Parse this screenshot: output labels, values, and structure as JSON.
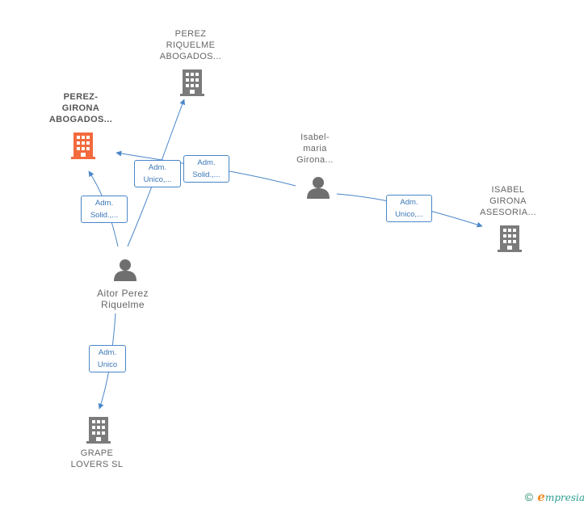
{
  "colors": {
    "edge": "#4a86c8",
    "building_default": "#7b7b7b",
    "building_highlight": "#f26a3d",
    "person": "#6f6f6f"
  },
  "nodes": {
    "perez_riquelme_abogados": {
      "label": "PEREZ\nRIQUELME\nABOGADOS...",
      "icon": "building-icon"
    },
    "perez_girona_abogados": {
      "label": "PEREZ-\nGIRONA\nABOGADOS...",
      "icon": "building-icon"
    },
    "isabel_maria_girona": {
      "label": "Isabel-\nmaria\nGirona...",
      "icon": "person-icon"
    },
    "isabel_girona_asesoria": {
      "label": "ISABEL\nGIRONA\nASESORIA...",
      "icon": "building-icon"
    },
    "aitor_perez_riquelme": {
      "label": "Aitor Perez\nRiquelme",
      "icon": "person-icon"
    },
    "grape_lovers": {
      "label": "GRAPE\nLOVERS  SL",
      "icon": "building-icon"
    }
  },
  "edges": {
    "aitor_to_perez_girona": "Adm.\nSolid.,...",
    "aitor_to_perez_riquelme": "Adm.\nUnico,...",
    "isabel_to_perez_girona": "Adm.\nSolid.,...",
    "isabel_to_asesoria": "Adm.\nUnico,...",
    "aitor_to_grape": "Adm.\nUnico"
  },
  "footer": {
    "copyright": "©",
    "brand_first": "e",
    "brand_rest": "mpresia"
  }
}
